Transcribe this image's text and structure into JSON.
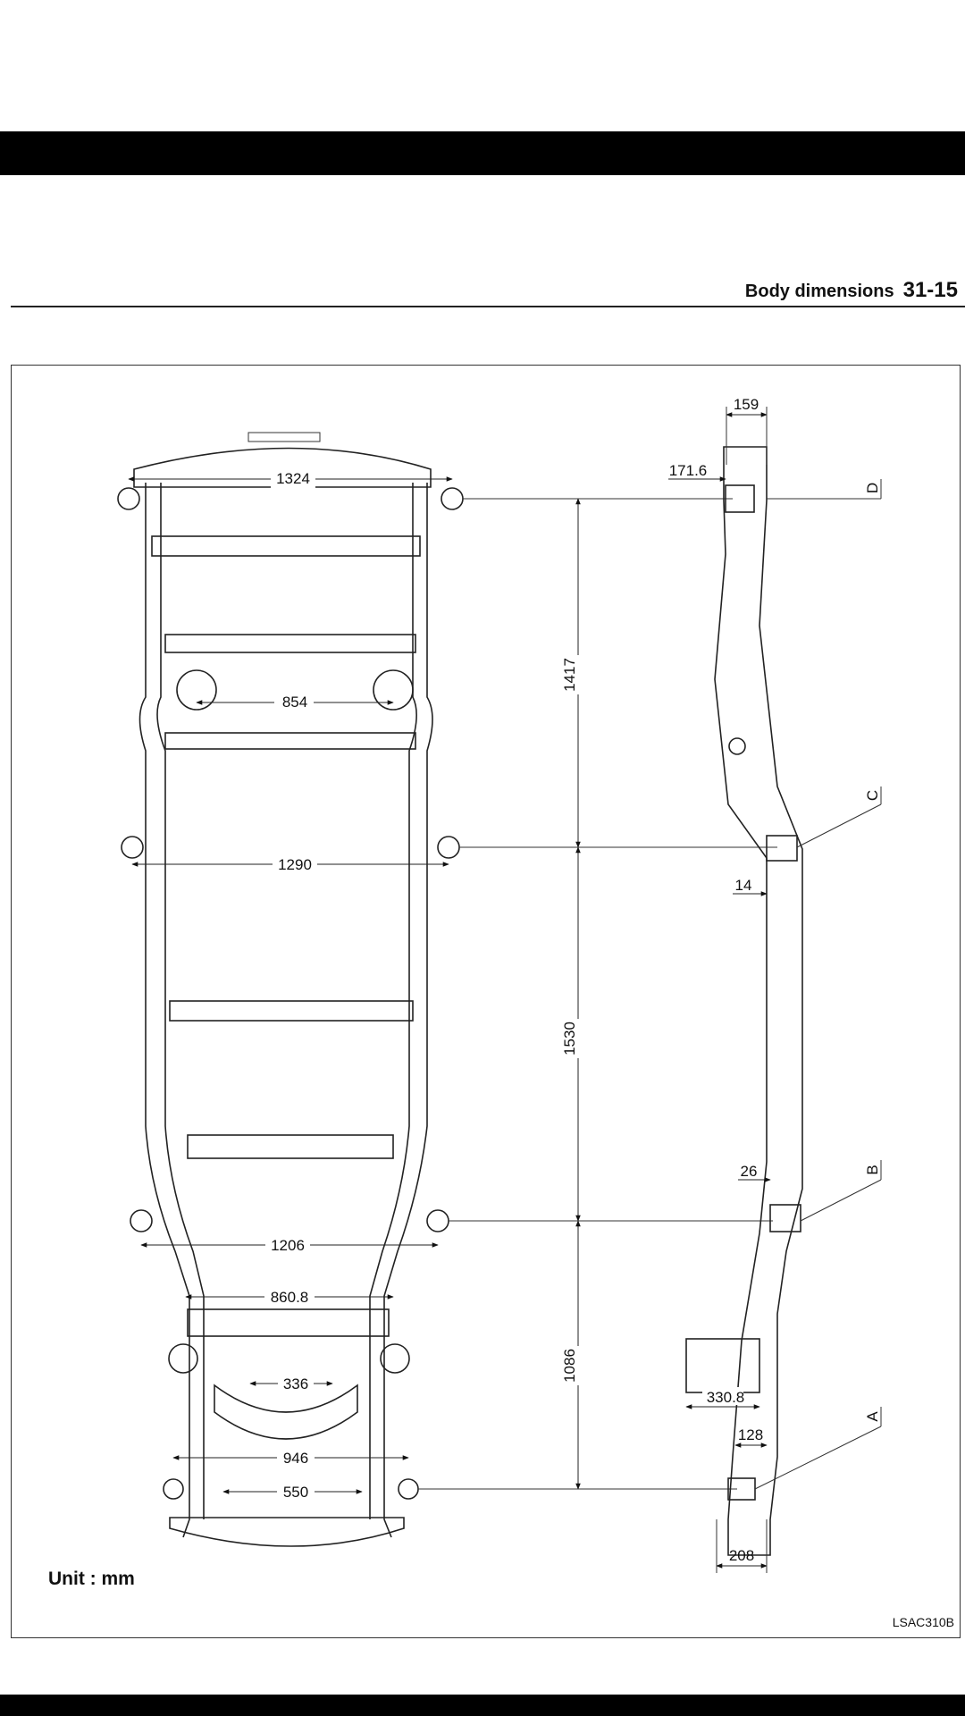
{
  "header": {
    "section_title": "Body dimensions",
    "page_number": "31-15"
  },
  "unit_label": "Unit : mm",
  "figure_code": "LSAC310B",
  "plan_view": {
    "widths": [
      "1324",
      "854",
      "1290",
      "1206",
      "860.8",
      "336",
      "946",
      "550"
    ],
    "lengths": [
      "1417",
      "1530",
      "1086"
    ]
  },
  "side_view": {
    "dimensions": [
      "159",
      "171.6",
      "14",
      "26",
      "330.8",
      "128",
      "208"
    ],
    "section_marks": [
      "D",
      "C",
      "B",
      "A"
    ]
  }
}
